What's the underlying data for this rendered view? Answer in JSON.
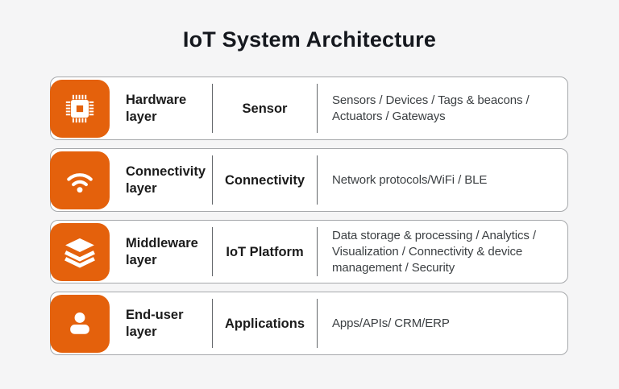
{
  "title": "IoT System Architecture",
  "colors": {
    "accent_orange": "#e4610c",
    "background": "#f5f5f6",
    "card_border": "#a6a8ab",
    "title_text": "#15181e",
    "heading_text": "#1b1b1b",
    "body_text": "#3c4043"
  },
  "rows": [
    {
      "icon": "cpu-chip-icon",
      "layer": "Hardware layer",
      "category": "Sensor",
      "description": "Sensors / Devices / Tags & beacons / Actuators / Gateways"
    },
    {
      "icon": "wifi-icon",
      "layer": "Connectivity layer",
      "category": "Connectivity",
      "description": "Network protocols/WiFi / BLE"
    },
    {
      "icon": "layers-icon",
      "layer": "Middleware layer",
      "category": "IoT Platform",
      "description": "Data storage & processing / Analytics / Visualization / Connectivity & device management / Security"
    },
    {
      "icon": "user-icon",
      "layer": "End-user layer",
      "category": "Applications",
      "description": "Apps/APIs/ CRM/ERP"
    }
  ]
}
